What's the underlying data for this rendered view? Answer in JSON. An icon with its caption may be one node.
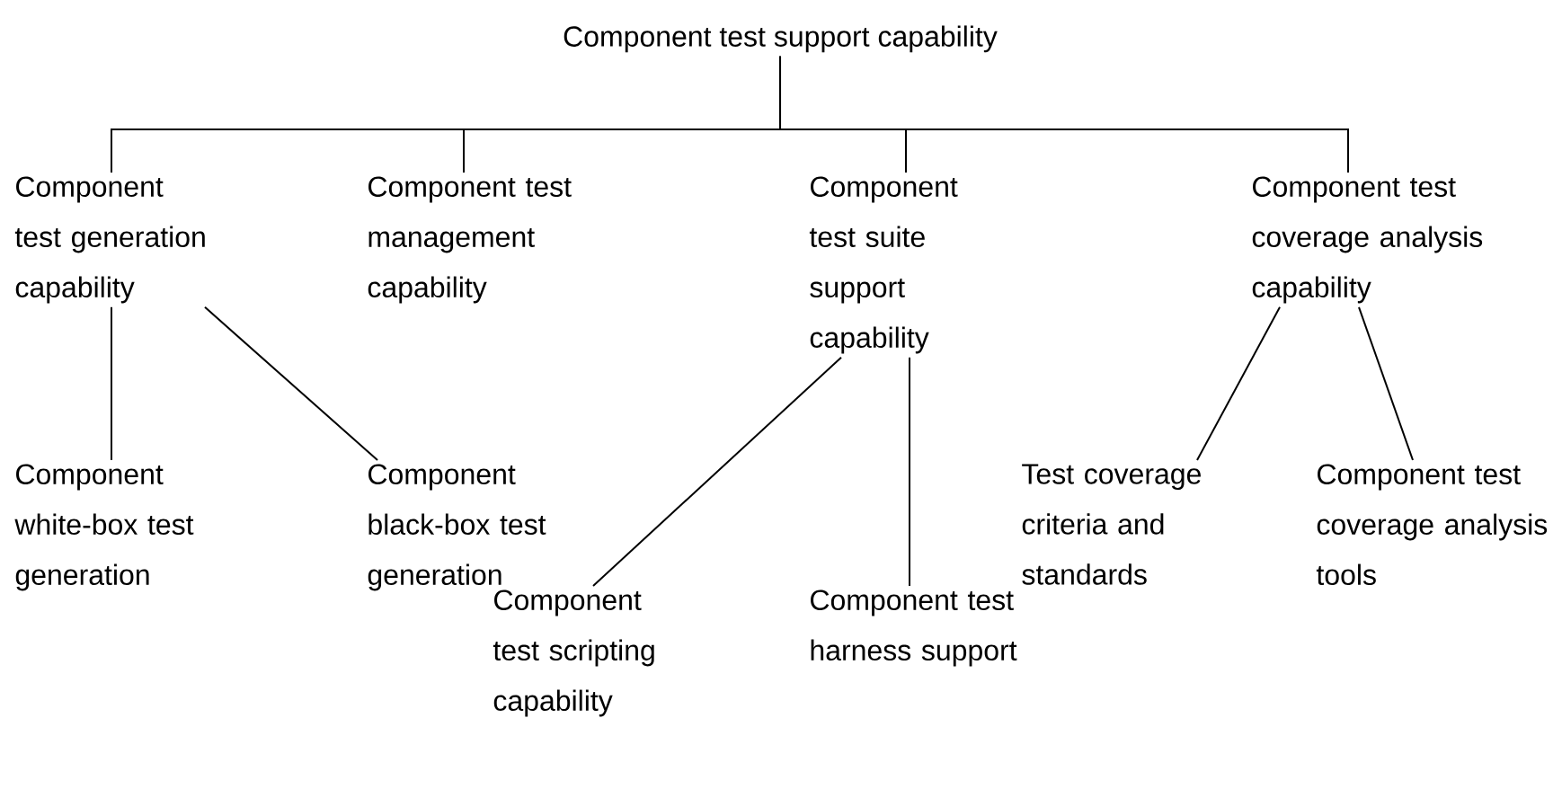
{
  "diagram": {
    "nodes": [
      {
        "text": [
          "Component test support capability"
        ]
      },
      {
        "text": [
          "Component test generation capability"
        ]
      },
      {
        "text": [
          "Component test management capability"
        ]
      },
      {
        "text": [
          "Component test suite support capability"
        ]
      },
      {
        "text": [
          "Component test coverage analysis capability"
        ]
      },
      {
        "text": [
          "Component white-box test generation"
        ]
      },
      {
        "text": [
          "Component black-box test generation"
        ]
      },
      {
        "text": [
          "Component test scripting capability"
        ]
      },
      {
        "text": [
          "Component test harness support"
        ]
      },
      {
        "text": [
          "Test coverage criteria and standards"
        ]
      },
      {
        "text": [
          "Component test coverage analysis tools"
        ]
      }
    ],
    "edges": [
      {
        "from": 0,
        "to": 1,
        "arrow": "none"
      },
      {
        "from": 0,
        "to": 2,
        "arrow": "none"
      },
      {
        "from": 0,
        "to": 3,
        "arrow": "none"
      },
      {
        "from": 0,
        "to": 4,
        "arrow": "none"
      },
      {
        "from": 1,
        "to": 5,
        "arrow": "none"
      },
      {
        "from": 1,
        "to": 6,
        "arrow": "none"
      },
      {
        "from": 3,
        "to": 7,
        "arrow": "none"
      },
      {
        "from": 3,
        "to": 8,
        "arrow": "none"
      },
      {
        "from": 4,
        "to": 9,
        "arrow": "none"
      },
      {
        "from": 4,
        "to": 10,
        "arrow": "none"
      }
    ]
  }
}
